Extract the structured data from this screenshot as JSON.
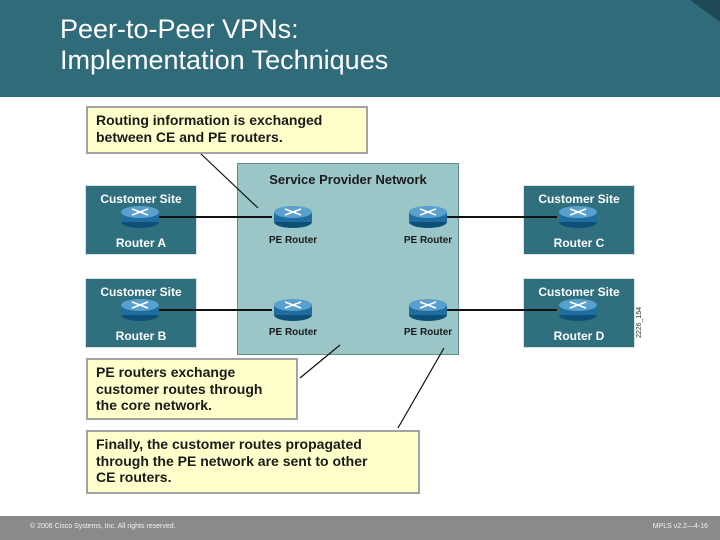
{
  "header": {
    "title_line1": "Peer-to-Peer VPNs:",
    "title_line2": "Implementation Techniques"
  },
  "provider": {
    "label": "Service Provider Network"
  },
  "sites": [
    {
      "top": "Customer Site",
      "router": "Router A"
    },
    {
      "top": "Customer Site",
      "router": "Router B"
    },
    {
      "top": "Customer Site",
      "router": "Router C"
    },
    {
      "top": "Customer Site",
      "router": "Router D"
    }
  ],
  "pe_routers": [
    "PE Router",
    "PE Router",
    "PE Router",
    "PE Router"
  ],
  "notes": {
    "note1": [
      "Routing information is exchanged",
      "between CE and PE routers."
    ],
    "note2": [
      "PE routers exchange",
      "customer routes through",
      "the core network."
    ],
    "note3": [
      "Finally, the customer routes propagated",
      "through the PE network are sent to other",
      "CE routers."
    ]
  },
  "figure_code": "2226_154",
  "footer": {
    "copyright": "© 2006 Cisco Systems, Inc. All rights reserved.",
    "course": "MPLS v2.2—4-16"
  },
  "colors": {
    "header": "#2f6b78",
    "site": "#2f6f7e",
    "provider": "#9ac6c8",
    "note": "#ffffcc",
    "router": "#1e6ea0"
  }
}
